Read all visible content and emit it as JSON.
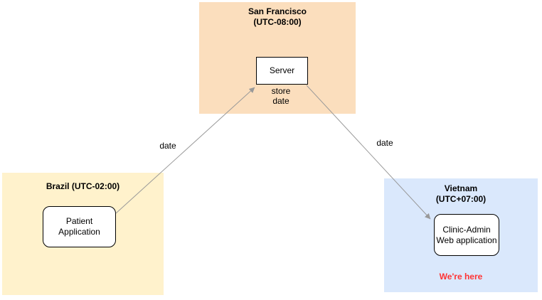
{
  "zones": {
    "san_francisco": {
      "title_line1": "San Francisco",
      "title_line2": "(UTC-08:00)",
      "fill": "#FBDEBD"
    },
    "brazil": {
      "title": "Brazil (UTC-02:00)",
      "fill": "#FFF2CC"
    },
    "vietnam": {
      "title_line1": "Vietnam",
      "title_line2": "(UTC+07:00)",
      "fill": "#DAE8FC"
    }
  },
  "nodes": {
    "server": {
      "label": "Server"
    },
    "patient_application": {
      "label_line1": "Patient",
      "label_line2": "Application"
    },
    "clinic_admin": {
      "label_line1": "Clinic-Admin",
      "label_line2": "Web application"
    }
  },
  "edges": {
    "patient_to_server": {
      "label": "date"
    },
    "server_to_clinic": {
      "label": "date"
    }
  },
  "server_note": {
    "line1": "store",
    "line2": "date"
  },
  "annotation": {
    "text": "We're here",
    "color": "#FF3333"
  },
  "colors": {
    "arrow": "#999999",
    "node_border": "#000000"
  }
}
